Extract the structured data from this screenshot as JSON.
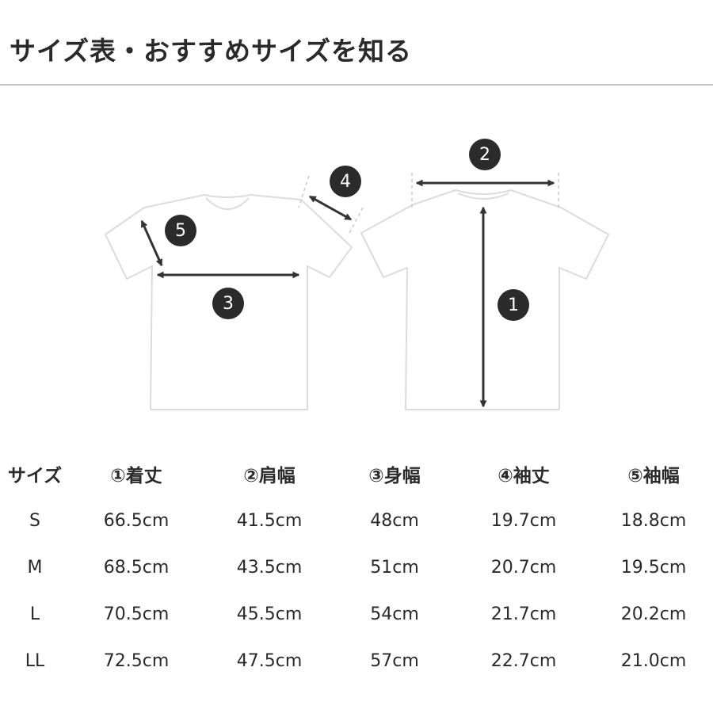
{
  "header": {
    "title": "サイズ表・おすすめサイズを知る"
  },
  "diagram": {
    "markers": [
      "1",
      "2",
      "3",
      "4",
      "5"
    ],
    "colors": {
      "outline": "#dcdcdc",
      "arrow": "#333333",
      "marker_bg": "#2b2b2b",
      "marker_text": "#ffffff"
    }
  },
  "size_table": {
    "headers": [
      "サイズ",
      "①着丈",
      "②肩幅",
      "③身幅",
      "④袖丈",
      "⑤袖幅"
    ],
    "rows": [
      [
        "S",
        "66.5cm",
        "41.5cm",
        "48cm",
        "19.7cm",
        "18.8cm"
      ],
      [
        "M",
        "68.5cm",
        "43.5cm",
        "51cm",
        "20.7cm",
        "19.5cm"
      ],
      [
        "L",
        "70.5cm",
        "45.5cm",
        "54cm",
        "21.7cm",
        "20.2cm"
      ],
      [
        "LL",
        "72.5cm",
        "47.5cm",
        "57cm",
        "22.7cm",
        "21.0cm"
      ]
    ]
  }
}
